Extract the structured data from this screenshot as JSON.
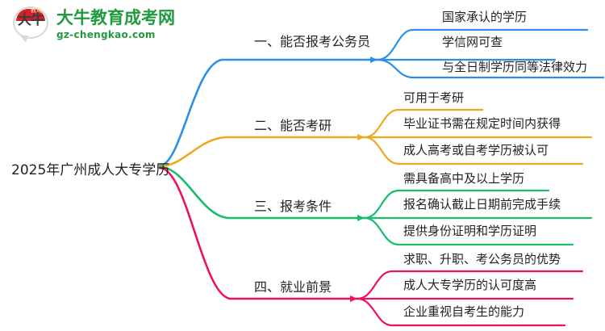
{
  "logo": {
    "mark_text": "大牛",
    "dome_text": "教育",
    "title": "大牛教育成考网",
    "subtitle": "gz-chengkao.com",
    "brand_green": "#1f9b3e",
    "brand_red": "#d4202a"
  },
  "mindmap": {
    "root": {
      "label": "2025年广州成人大专学历"
    },
    "branches": [
      {
        "label": "一、能否报考公务员",
        "color": "#2b8fe8",
        "children": [
          {
            "label": "国家承认的学历"
          },
          {
            "label": "学信网可查"
          },
          {
            "label": "与全日制学历同等法律效力"
          }
        ]
      },
      {
        "label": "二、能否考研",
        "color": "#f0a820",
        "children": [
          {
            "label": "可用于考研"
          },
          {
            "label": "毕业证书需在规定时间内获得"
          },
          {
            "label": "成人高考或自考学历被认可"
          }
        ]
      },
      {
        "label": "三、报考条件",
        "color": "#18bd6b",
        "children": [
          {
            "label": "需具备高中及以上学历"
          },
          {
            "label": "报名确认截止日期前完成手续"
          },
          {
            "label": "提供身份证明和学历证明"
          }
        ]
      },
      {
        "label": "四、就业前景",
        "color": "#ed1164",
        "children": [
          {
            "label": "求职、升职、考公务员的优势"
          },
          {
            "label": "成人大专学历的认可度高"
          },
          {
            "label": "企业重视自考生的能力"
          }
        ]
      }
    ]
  }
}
